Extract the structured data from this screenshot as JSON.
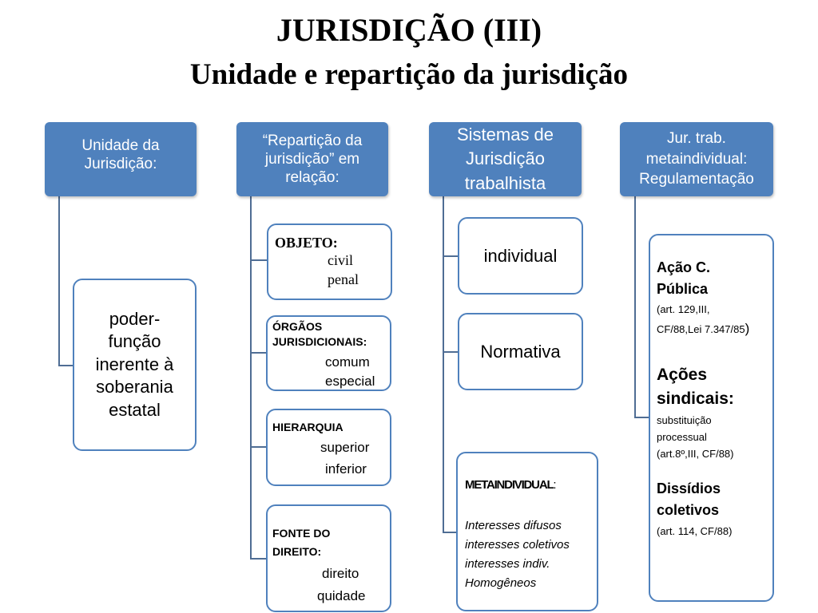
{
  "title": {
    "line1": "JURISDIÇÃO  (III)",
    "line2": "Unidade e repartição da jurisdição"
  },
  "columns": [
    {
      "header": "Unidade da\nJurisdição:",
      "children": [
        {
          "text": "poder-\nfunção\ninerente à\nsoberania\nestatal"
        }
      ]
    },
    {
      "header": "“Repartição da\njurisdição” em\nrelação:",
      "children": [
        {
          "label": "OBJETO:",
          "items": [
            "civil",
            "penal"
          ]
        },
        {
          "label_line1": "ÓRGÃOS",
          "label_line2": "JURISDICIONAIS:",
          "items": [
            "comum",
            "especial"
          ]
        },
        {
          "label": "HIERARQUIA",
          "items": [
            "superior",
            "inferior"
          ]
        },
        {
          "label_line1": "FONTE DO",
          "label_line2": "DIREITO:",
          "items": [
            "direito",
            "quidade"
          ]
        }
      ]
    },
    {
      "header": "Sistemas de\nJurisdição\ntrabalhista",
      "children": [
        {
          "text": "individual"
        },
        {
          "text": "Normativa"
        },
        {
          "label": "METAINDIVIDUAL",
          "label_suffix": ":",
          "lines": [
            "Interesses  difusos",
            "interesses coletivos",
            "interesses indiv.",
            "Homogêneos"
          ]
        }
      ]
    },
    {
      "header": "Jur. trab.\nmetaindividual:\nRegulamentação",
      "children": [
        {
          "sections": [
            {
              "title_line1": "Ação C.",
              "title_line2": "Pública",
              "detail_line1": "(art. 129,III,",
              "detail_line2": "CF/88,Lei 7.347/85",
              "detail_end": ")"
            },
            {
              "title_line1": "Ações",
              "title_line2": "sindicais:",
              "detail_line1": "substituição",
              "detail_line2": "processual",
              "detail_line3": "(art.8º,III, CF/88)"
            },
            {
              "title_line1": "Dissídios",
              "title_line2": "coletivos",
              "detail_line1": "(art. 114, CF/88)"
            }
          ]
        }
      ]
    }
  ],
  "colors": {
    "header_fill": "#4f81bd",
    "border": "#4f81bd",
    "connector": "#4f6d94"
  }
}
